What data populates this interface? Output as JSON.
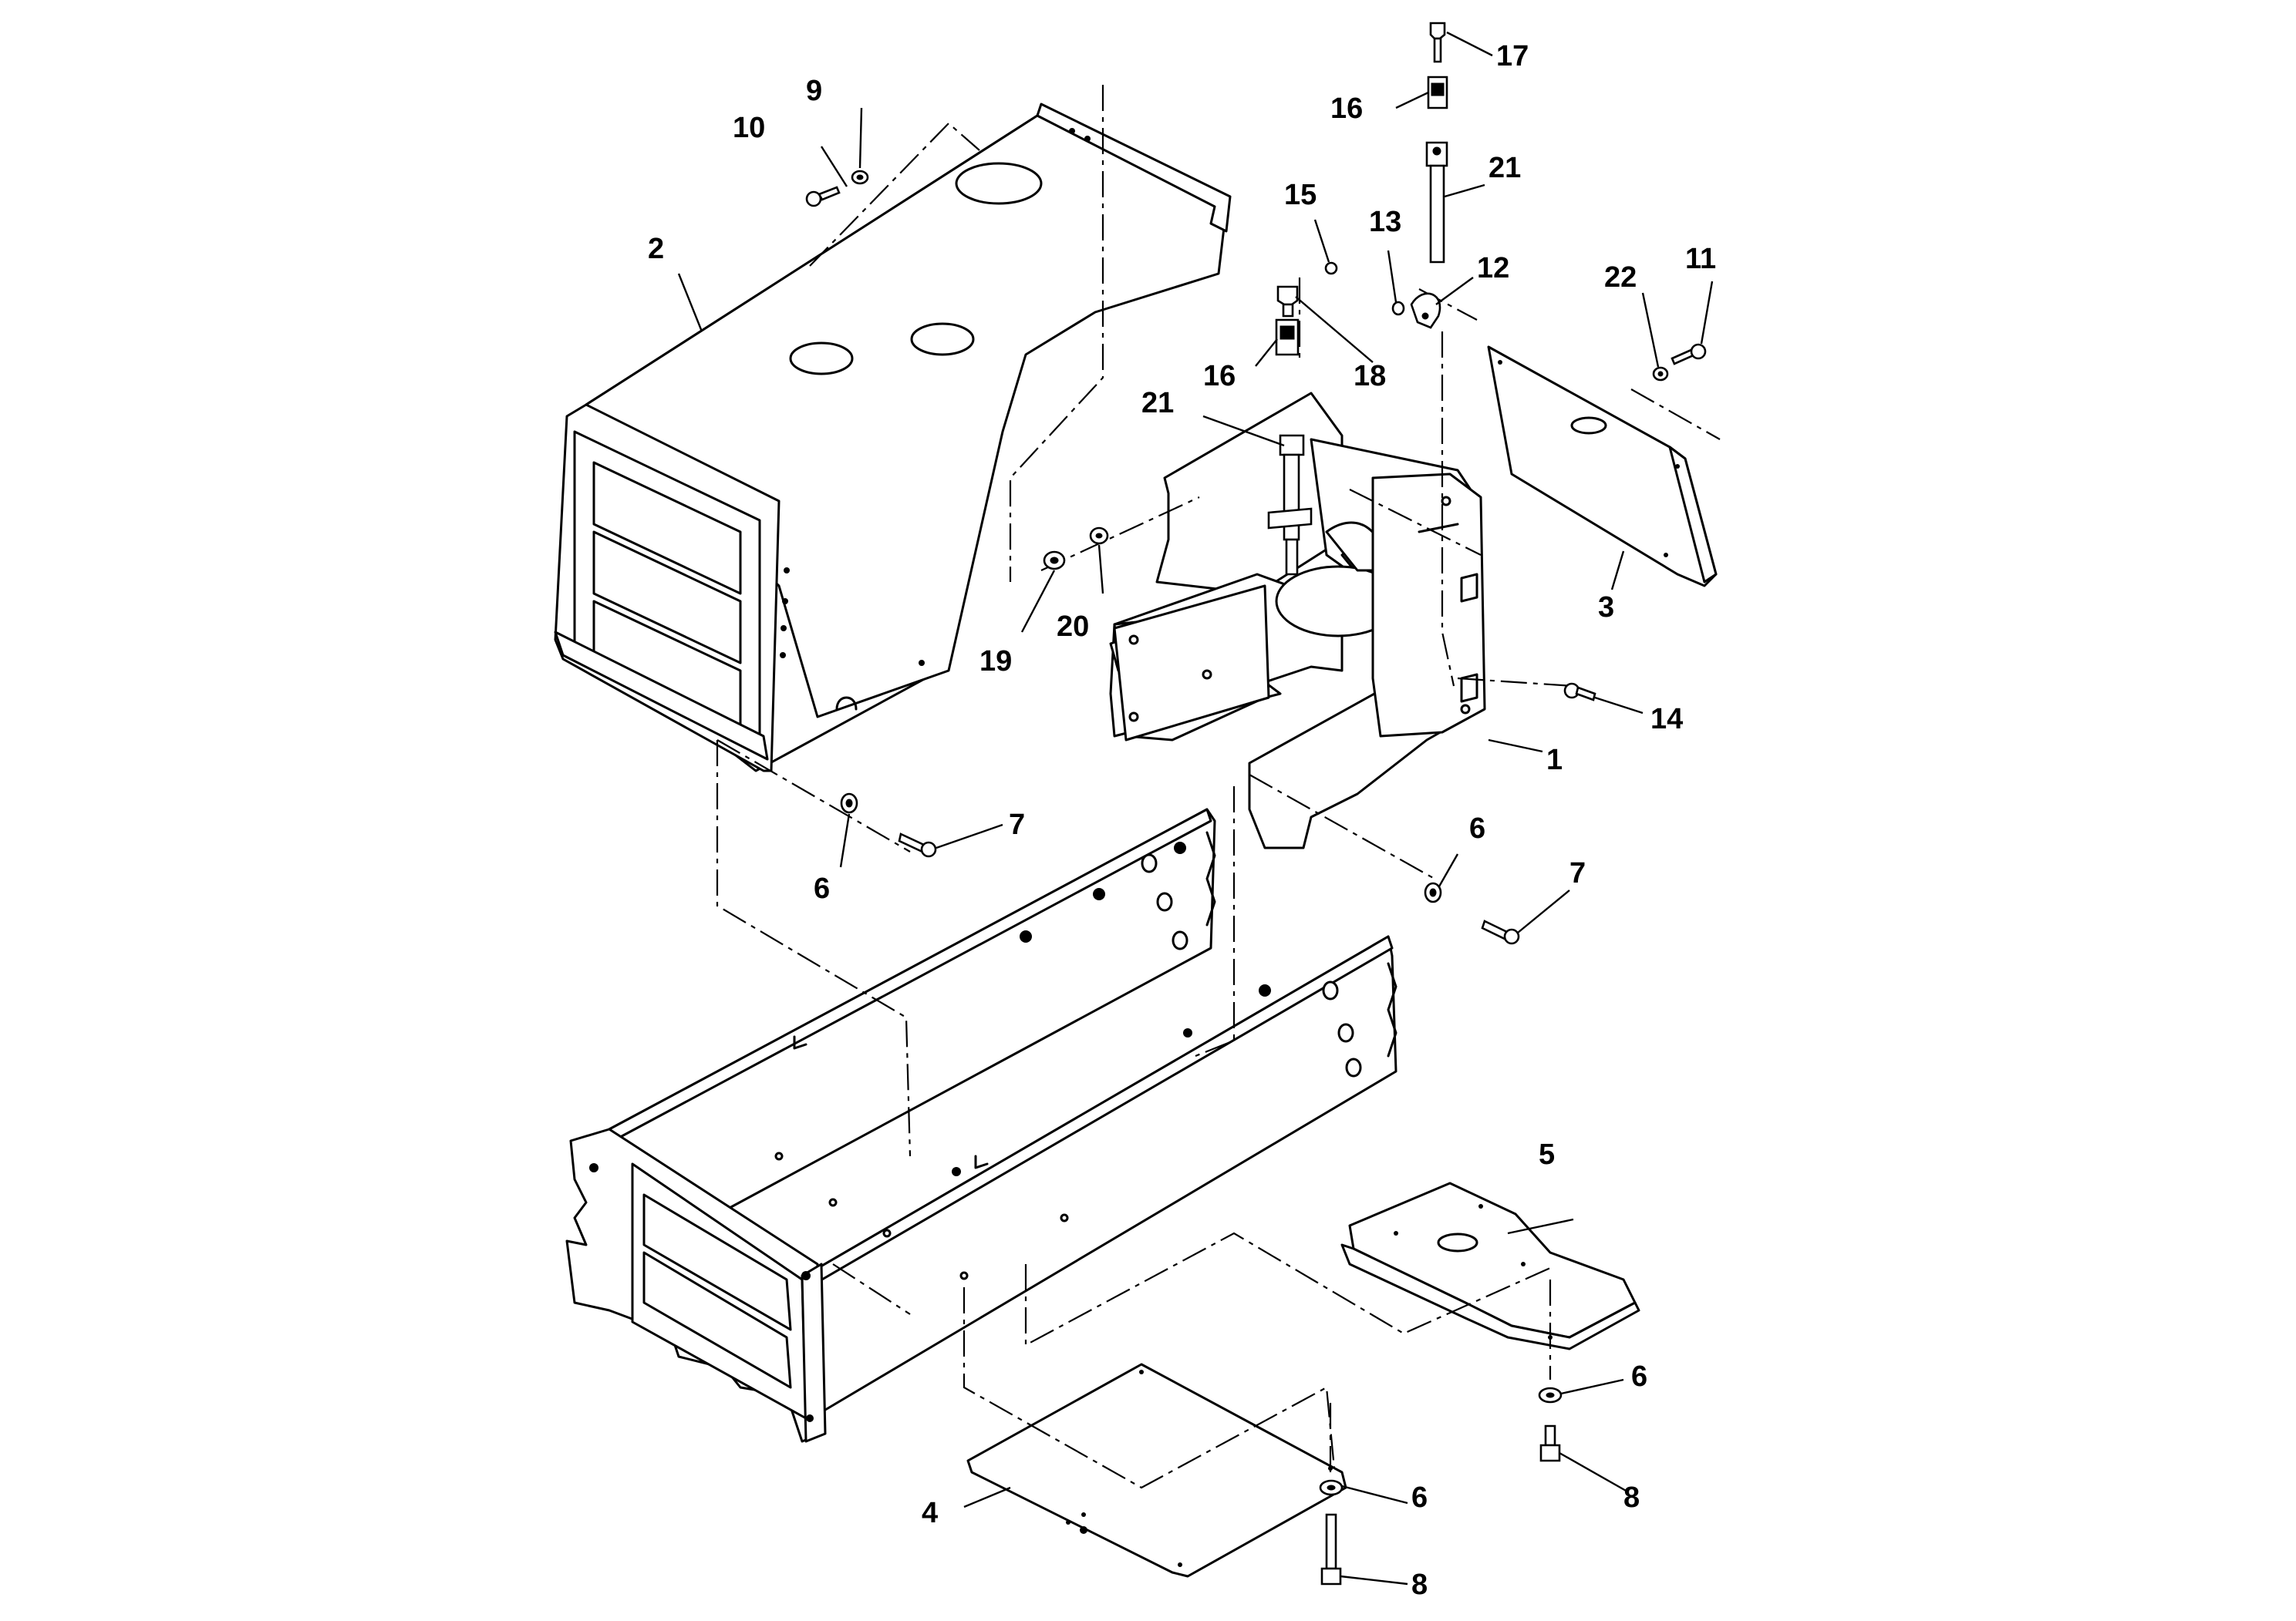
{
  "diagram": {
    "callouts": {
      "c1": "1",
      "c2": "2",
      "c3": "3",
      "c4": "4",
      "c5": "5",
      "c6a": "6",
      "c6b": "6",
      "c6c": "6",
      "c6d": "6",
      "c7a": "7",
      "c7b": "7",
      "c8a": "8",
      "c8b": "8",
      "c9": "9",
      "c10": "10",
      "c11": "11",
      "c12": "12",
      "c13": "13",
      "c14": "14",
      "c15": "15",
      "c16a": "16",
      "c16b": "16",
      "c17": "17",
      "c18": "18",
      "c19": "19",
      "c20": "20",
      "c21a": "21",
      "c21b": "21",
      "c22": "22"
    }
  }
}
